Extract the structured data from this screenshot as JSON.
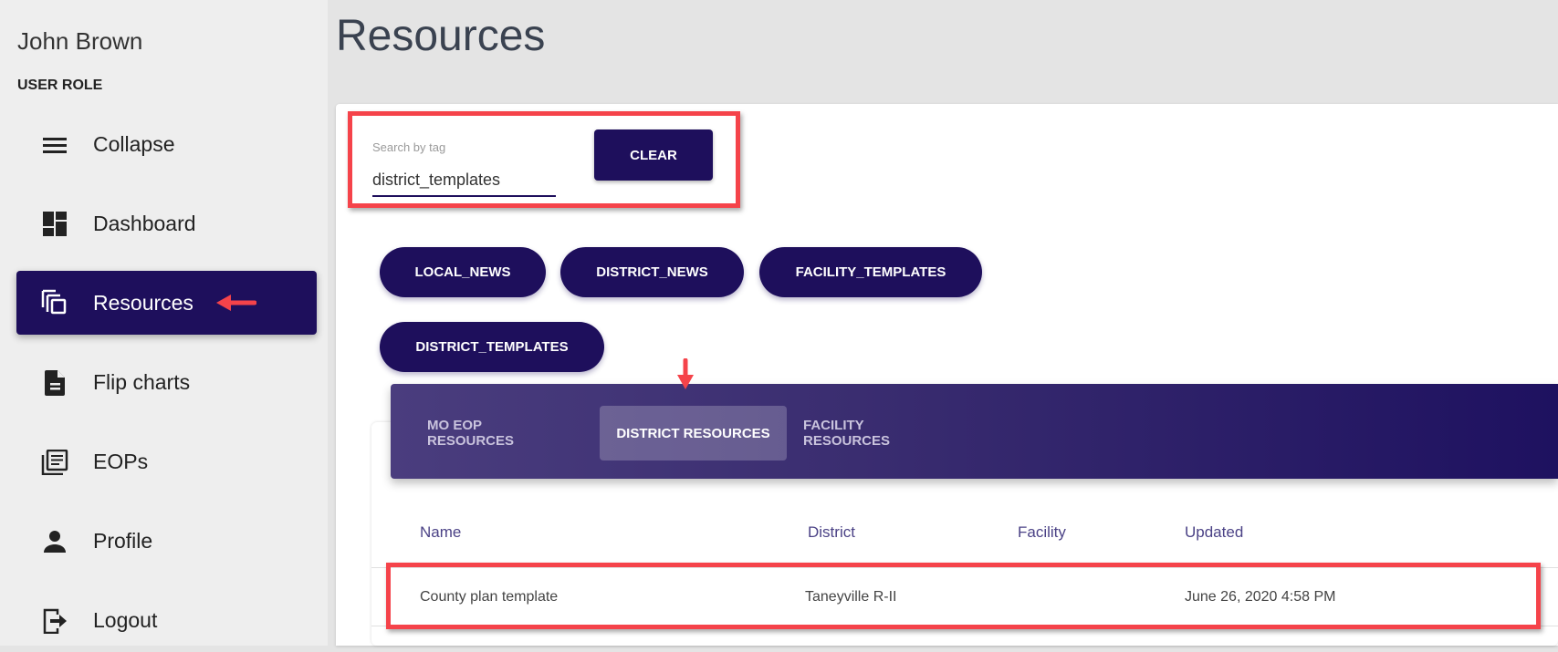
{
  "sidebar": {
    "user_name": "John Brown",
    "user_role": "USER ROLE",
    "items": [
      {
        "label": "Collapse",
        "icon": "menu-icon"
      },
      {
        "label": "Dashboard",
        "icon": "dashboard-icon"
      },
      {
        "label": "Resources",
        "icon": "library-icon",
        "active": true
      },
      {
        "label": "Flip charts",
        "icon": "document-icon"
      },
      {
        "label": "EOPs",
        "icon": "stacked-documents-icon"
      },
      {
        "label": "Profile",
        "icon": "person-icon"
      },
      {
        "label": "Logout",
        "icon": "logout-icon"
      }
    ]
  },
  "page": {
    "title": "Resources"
  },
  "search": {
    "label": "Search by tag",
    "value": "district_templates",
    "clear_label": "CLEAR"
  },
  "tags": [
    "LOCAL_NEWS",
    "DISTRICT_NEWS",
    "FACILITY_TEMPLATES",
    "DISTRICT_TEMPLATES"
  ],
  "tabs": [
    {
      "label": "MO EOP RESOURCES"
    },
    {
      "label": "DISTRICT RESOURCES",
      "active": true
    },
    {
      "label": "FACILITY RESOURCES"
    }
  ],
  "table": {
    "headers": [
      "Name",
      "District",
      "Facility",
      "Updated"
    ],
    "rows": [
      [
        "County plan template",
        "Taneyville R-II",
        "",
        "June 26, 2020 4:58 PM"
      ]
    ]
  },
  "colors": {
    "primary": "#1e0f5c",
    "annotation": "#f5434a",
    "sidebar_bg": "#eeeeee"
  }
}
